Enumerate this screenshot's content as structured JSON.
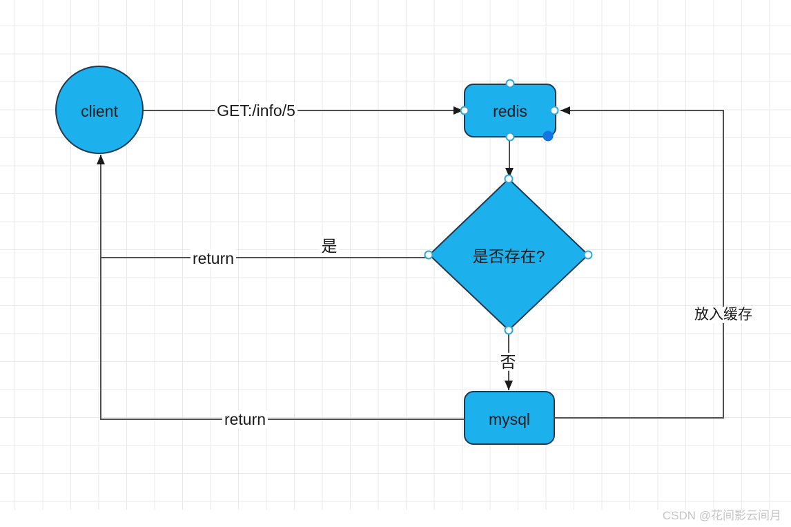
{
  "diagram": {
    "nodes": {
      "client": {
        "label": "client",
        "shape": "circle"
      },
      "redis": {
        "label": "redis",
        "shape": "rounded-rect"
      },
      "decision": {
        "label": "是否存在?",
        "shape": "diamond"
      },
      "mysql": {
        "label": "mysql",
        "shape": "rounded-rect"
      }
    },
    "edge_labels": {
      "get_request": "GET:/info/5",
      "return_yes": "return",
      "yes": "是",
      "no": "否",
      "return_mysql": "return",
      "cache_store": "放入缓存"
    }
  },
  "colors": {
    "node-fill": "#1cb0ec",
    "node-border": "#1b3a52",
    "edge-line": "#4f4f4f",
    "arrow": "#1a1a1a",
    "handle-border": "#29a8e0",
    "handle-fill": "#ffffff",
    "endpoint-dot": "#1673e6",
    "grid-line": "#e9e9e9",
    "label-text": "#1a1a1a",
    "watermark": "#c6c6c6"
  },
  "watermark": {
    "text": "CSDN @花间影云间月"
  }
}
